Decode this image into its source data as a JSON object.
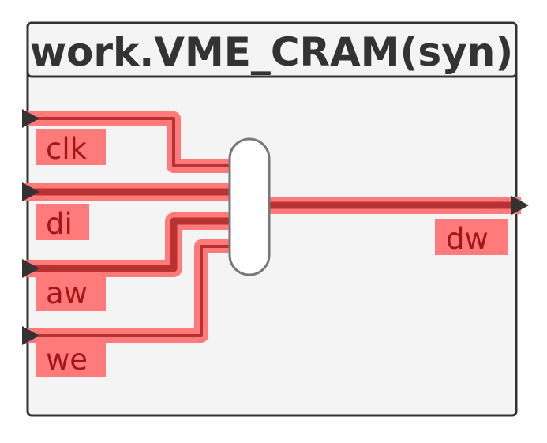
{
  "block": {
    "title": "work.VME_CRAM(syn)"
  },
  "ports": {
    "inputs": [
      "clk",
      "di",
      "aw",
      "we"
    ],
    "outputs": [
      "dw"
    ]
  },
  "colors": {
    "highlight": "#ff7a7a",
    "wire": "#b83232",
    "border": "#333333",
    "body": "#f4f4f4"
  }
}
